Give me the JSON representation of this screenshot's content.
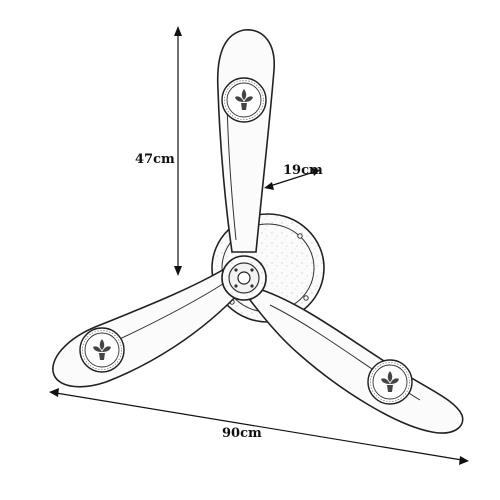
{
  "dimensions": {
    "height": "47cm",
    "width": "90cm",
    "engine_depth": "19cm"
  },
  "colors": {
    "line": "#222222",
    "background": "#ffffff",
    "fill": "#fbfbfb"
  }
}
